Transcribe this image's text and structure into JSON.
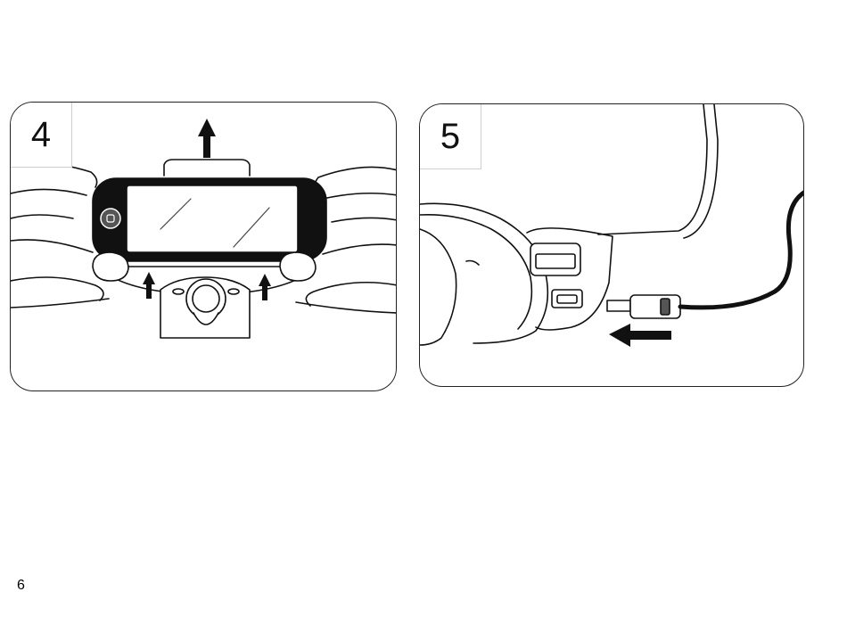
{
  "steps": [
    {
      "number": "4"
    },
    {
      "number": "5"
    }
  ],
  "page": {
    "number": "6"
  }
}
